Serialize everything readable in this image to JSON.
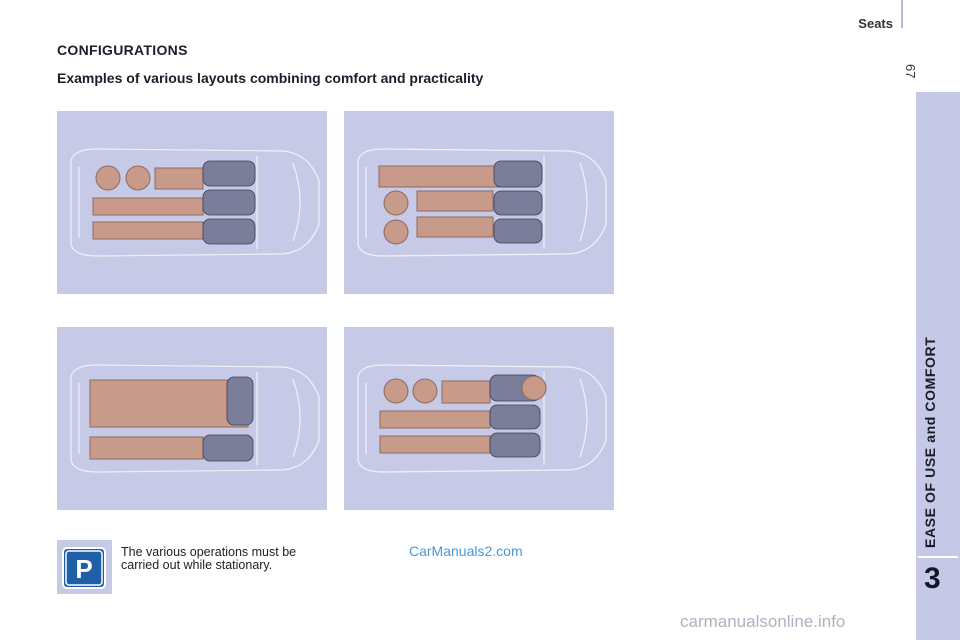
{
  "header": {
    "section": "Seats",
    "page_number": "67"
  },
  "side_tab": {
    "chapter_title": "EASE OF USE and COMFORT",
    "chapter_number": "3"
  },
  "content": {
    "heading": "CONFIGURATIONS",
    "subheading": "Examples of various layouts combining comfort and practicality"
  },
  "layouts": [
    {
      "name": "layout-1"
    },
    {
      "name": "layout-2"
    },
    {
      "name": "layout-3"
    },
    {
      "name": "layout-4"
    }
  ],
  "note": {
    "icon": "parking-icon",
    "icon_letter": "P",
    "text": "The various operations must be carried out while stationary."
  },
  "watermarks": {
    "center": "CarManuals2.com",
    "bottom": "carmanualsonline.info"
  },
  "colors": {
    "panel_bg": "#c6cae6",
    "floor_board": "#c89a8a",
    "seat": "#7a7e9a",
    "tab": "#c5c8e6",
    "parking_icon": "#1f5fa8"
  }
}
